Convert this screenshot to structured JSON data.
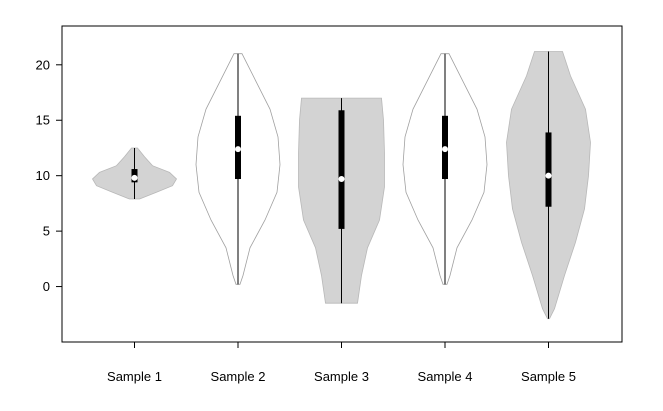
{
  "chart_data": {
    "type": "violin",
    "title": "",
    "xlabel": "",
    "ylabel": "",
    "ylim": [
      -5,
      23.5
    ],
    "yticks": [
      0,
      5,
      10,
      15,
      20
    ],
    "grid": false,
    "legend": "none",
    "colors": {
      "fill_gray": "#d3d3d3",
      "fill_white": "#ffffff",
      "outline": "#a0a0a0",
      "box": "#000000",
      "median": "#ffffff"
    },
    "categories": [
      "Sample 1",
      "Sample 2",
      "Sample 3",
      "Sample 4",
      "Sample 5"
    ],
    "series": [
      {
        "fill": "gray",
        "min": 7.9,
        "q1": 9.4,
        "median": 9.8,
        "q3": 10.6,
        "max": 12.5,
        "profile": [
          [
            7.9,
            0.05
          ],
          [
            8.5,
            0.22
          ],
          [
            9.1,
            0.38
          ],
          [
            9.7,
            0.42
          ],
          [
            10.3,
            0.35
          ],
          [
            10.9,
            0.18
          ],
          [
            11.7,
            0.1
          ],
          [
            12.5,
            0.03
          ]
        ]
      },
      {
        "fill": "white",
        "min": 0.2,
        "q1": 9.7,
        "median": 12.4,
        "q3": 15.4,
        "max": 21.0,
        "profile": [
          [
            0.2,
            0.02
          ],
          [
            1.0,
            0.05
          ],
          [
            3.5,
            0.12
          ],
          [
            6.0,
            0.27
          ],
          [
            8.5,
            0.39
          ],
          [
            11.0,
            0.42
          ],
          [
            13.5,
            0.4
          ],
          [
            16.0,
            0.32
          ],
          [
            18.5,
            0.18
          ],
          [
            21.0,
            0.04
          ]
        ]
      },
      {
        "fill": "gray",
        "min": -1.5,
        "q1": 5.2,
        "median": 9.7,
        "q3": 15.9,
        "max": 17.0,
        "profile": [
          [
            -1.5,
            0.16
          ],
          [
            1.0,
            0.2
          ],
          [
            3.5,
            0.26
          ],
          [
            6.0,
            0.38
          ],
          [
            9.0,
            0.43
          ],
          [
            12.0,
            0.43
          ],
          [
            15.0,
            0.42
          ],
          [
            17.0,
            0.4
          ]
        ]
      },
      {
        "fill": "white",
        "min": 0.2,
        "q1": 9.7,
        "median": 12.4,
        "q3": 15.4,
        "max": 21.0,
        "profile": [
          [
            0.2,
            0.02
          ],
          [
            1.0,
            0.05
          ],
          [
            3.5,
            0.12
          ],
          [
            6.0,
            0.27
          ],
          [
            8.5,
            0.39
          ],
          [
            11.0,
            0.42
          ],
          [
            13.5,
            0.4
          ],
          [
            16.0,
            0.32
          ],
          [
            18.5,
            0.18
          ],
          [
            21.0,
            0.04
          ]
        ]
      },
      {
        "fill": "gray",
        "min": -2.9,
        "q1": 7.2,
        "median": 10.0,
        "q3": 13.9,
        "max": 21.2,
        "profile": [
          [
            -2.9,
            0.01
          ],
          [
            -2.0,
            0.06
          ],
          [
            1.0,
            0.16
          ],
          [
            4.0,
            0.27
          ],
          [
            7.0,
            0.36
          ],
          [
            10.0,
            0.4
          ],
          [
            13.0,
            0.42
          ],
          [
            16.0,
            0.37
          ],
          [
            19.0,
            0.22
          ],
          [
            21.2,
            0.14
          ]
        ]
      }
    ]
  }
}
